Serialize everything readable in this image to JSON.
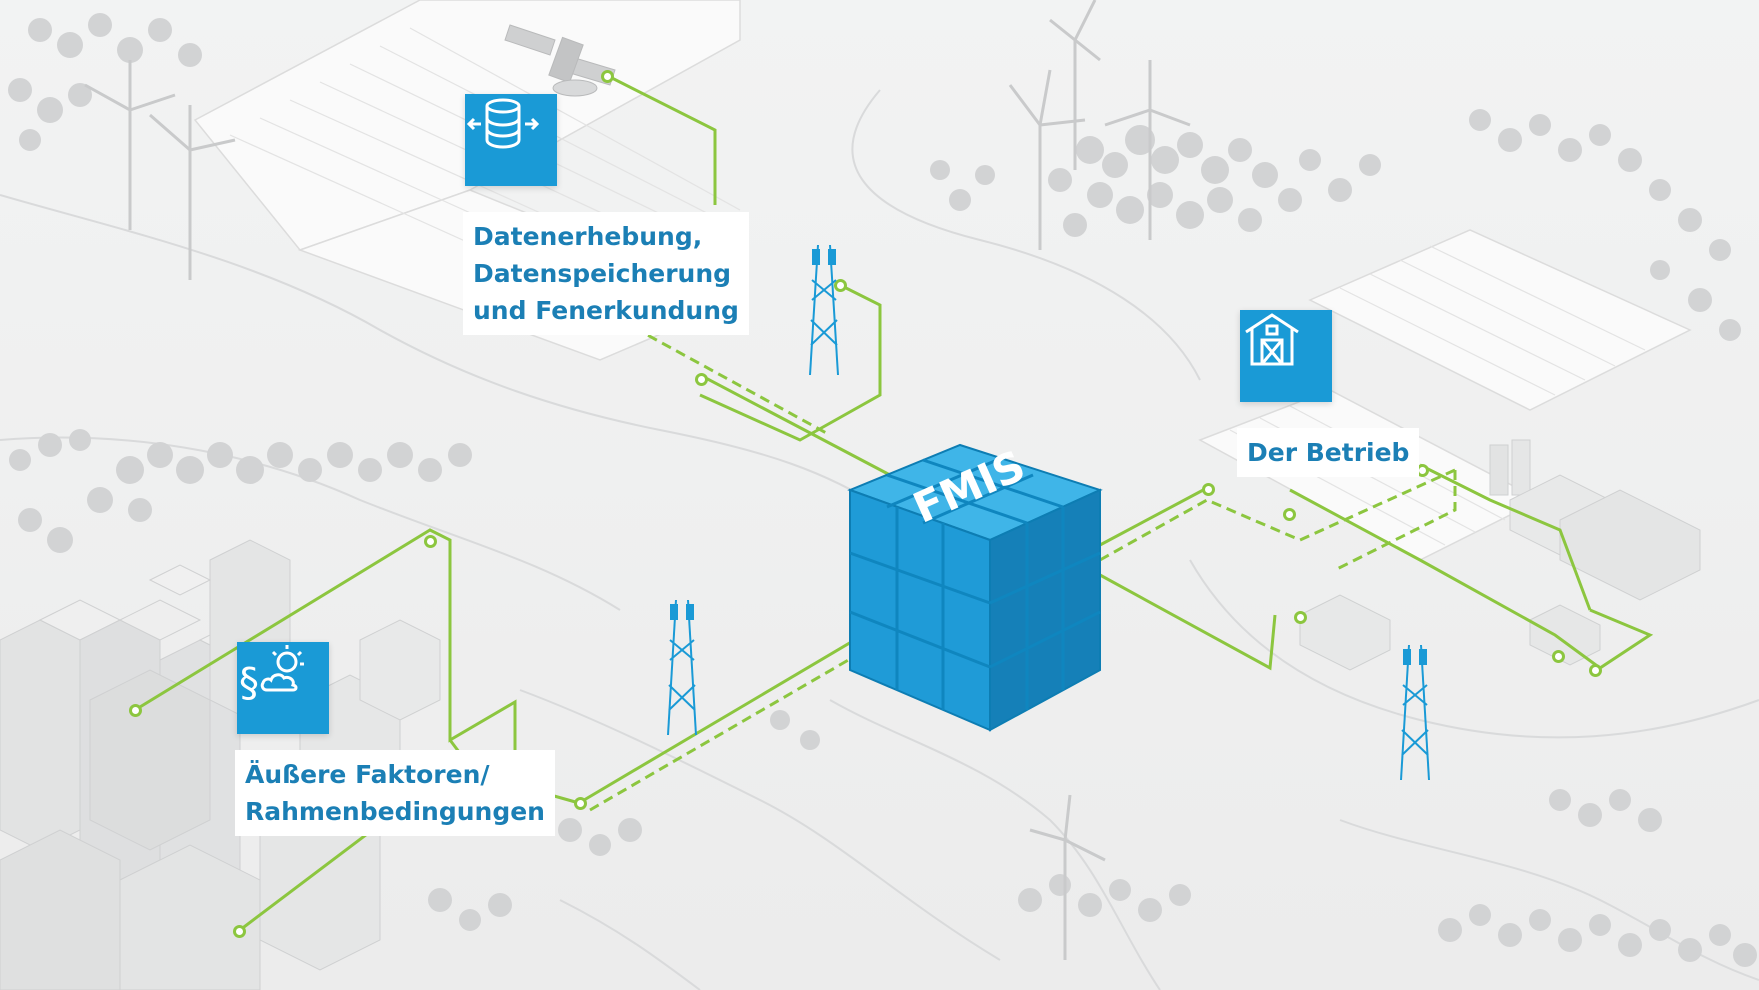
{
  "colors": {
    "accent": "#1a9ad6",
    "connector": "#8cc63f",
    "label_text": "#1b7fb5",
    "background": "#f4f5f5"
  },
  "center": {
    "label": "FMIS"
  },
  "nodes": [
    {
      "id": "data",
      "label_lines": [
        "Datenerhebung,",
        "Datenspeicherung",
        "und Fenerkundung"
      ],
      "icon": "database-icon"
    },
    {
      "id": "farm",
      "label_lines": [
        "Der Betrieb"
      ],
      "icon": "barn-icon"
    },
    {
      "id": "external",
      "label_lines": [
        "Äußere Faktoren/",
        "Rahmenbedingungen"
      ],
      "icon": "law-weather-icon"
    }
  ]
}
